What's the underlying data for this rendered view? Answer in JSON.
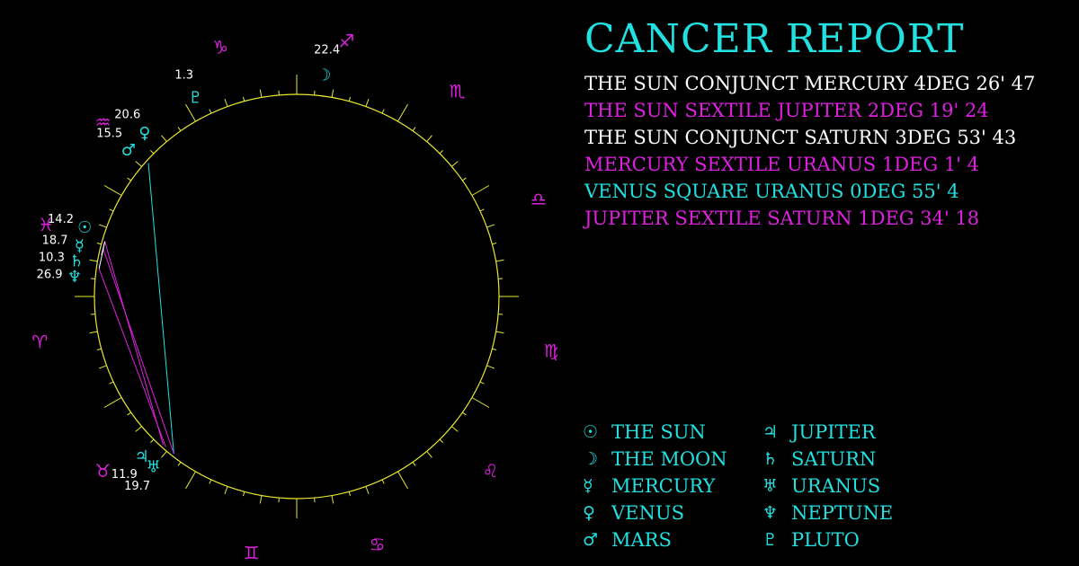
{
  "report": {
    "title": "CANCER REPORT",
    "aspects": [
      {
        "text": "THE SUN CONJUNCT MERCURY 4DEG 26' 47",
        "color": "#ffffff"
      },
      {
        "text": "THE SUN SEXTILE JUPITER 2DEG 19' 24",
        "color": "#e020e0"
      },
      {
        "text": "THE SUN CONJUNCT SATURN 3DEG 53' 43",
        "color": "#ffffff"
      },
      {
        "text": "MERCURY SEXTILE URANUS 1DEG 1' 4",
        "color": "#e020e0"
      },
      {
        "text": "VENUS SQUARE URANUS 0DEG 55' 4",
        "color": "#22e0e0"
      },
      {
        "text": "JUPITER SEXTILE SATURN 1DEG 34' 18",
        "color": "#e020e0"
      }
    ]
  },
  "legend": [
    {
      "glyph": "☉",
      "label": "THE SUN",
      "icon": "sun-icon"
    },
    {
      "glyph": "♃",
      "label": "JUPITER",
      "icon": "jupiter-icon"
    },
    {
      "glyph": "☽",
      "label": "THE MOON",
      "icon": "moon-icon"
    },
    {
      "glyph": "♄",
      "label": "SATURN",
      "icon": "saturn-icon"
    },
    {
      "glyph": "☿",
      "label": "MERCURY",
      "icon": "mercury-icon"
    },
    {
      "glyph": "♅",
      "label": "URANUS",
      "icon": "uranus-icon"
    },
    {
      "glyph": "♀",
      "label": "VENUS",
      "icon": "venus-icon"
    },
    {
      "glyph": "♆",
      "label": "NEPTUNE",
      "icon": "neptune-icon"
    },
    {
      "glyph": "♂",
      "label": "MARS",
      "icon": "mars-icon"
    },
    {
      "glyph": "♇",
      "label": "PLUTO",
      "icon": "pluto-icon"
    }
  ],
  "wheel": {
    "signs": [
      {
        "name": "aries",
        "glyph": "♈",
        "angle": 190
      },
      {
        "name": "taurus",
        "glyph": "♉",
        "angle": 222
      },
      {
        "name": "gemini",
        "glyph": "♊",
        "angle": 260
      },
      {
        "name": "cancer",
        "glyph": "♋",
        "angle": 288
      },
      {
        "name": "leo",
        "glyph": "♌",
        "angle": 318
      },
      {
        "name": "virgo",
        "glyph": "♍",
        "angle": 348
      },
      {
        "name": "libra",
        "glyph": "♎",
        "angle": 22
      },
      {
        "name": "scorpio",
        "glyph": "♏",
        "angle": 52
      },
      {
        "name": "sagittarius",
        "glyph": "♐",
        "angle": 79
      },
      {
        "name": "capricorn",
        "glyph": "♑",
        "angle": 107
      },
      {
        "name": "aquarius",
        "glyph": "♒",
        "angle": 138
      },
      {
        "name": "pisces",
        "glyph": "♓",
        "angle": 164
      }
    ],
    "planets": [
      {
        "name": "moon",
        "glyph": "☽",
        "degree": "22.4",
        "angle": 83
      },
      {
        "name": "pluto",
        "glyph": "♇",
        "degree": "1.3",
        "angle": 117
      },
      {
        "name": "venus",
        "glyph": "♀",
        "degree": "20.6",
        "angle": 133
      },
      {
        "name": "mars",
        "glyph": "♂",
        "degree": "15.5",
        "angle": 139
      },
      {
        "name": "sun",
        "glyph": "☉",
        "degree": "14.2",
        "angle": 162
      },
      {
        "name": "mercury",
        "glyph": "☿",
        "degree": "18.7",
        "angle": 167
      },
      {
        "name": "saturn",
        "glyph": "♄",
        "degree": "10.3",
        "angle": 171
      },
      {
        "name": "neptune",
        "glyph": "♆",
        "degree": "26.9",
        "angle": 175
      },
      {
        "name": "jupiter",
        "glyph": "♃",
        "degree": "11.9",
        "angle": 226
      },
      {
        "name": "uranus",
        "glyph": "♅",
        "degree": "19.7",
        "angle": 230
      }
    ],
    "aspect_lines": [
      {
        "from": 138,
        "to": 232,
        "color": "#22e0e0"
      },
      {
        "from": 164,
        "to": 228,
        "color": "#e020e0"
      },
      {
        "from": 166,
        "to": 232,
        "color": "#e020e0"
      },
      {
        "from": 172,
        "to": 229,
        "color": "#e020e0"
      },
      {
        "from": 164,
        "to": 172,
        "color": "#ffffff"
      },
      {
        "from": 164,
        "to": 168,
        "color": "#ffffff"
      }
    ],
    "colors": {
      "circle": "#e8e830",
      "sign": "#e020e0",
      "planet": "#22e0e0",
      "degree": "#ffffff"
    }
  }
}
